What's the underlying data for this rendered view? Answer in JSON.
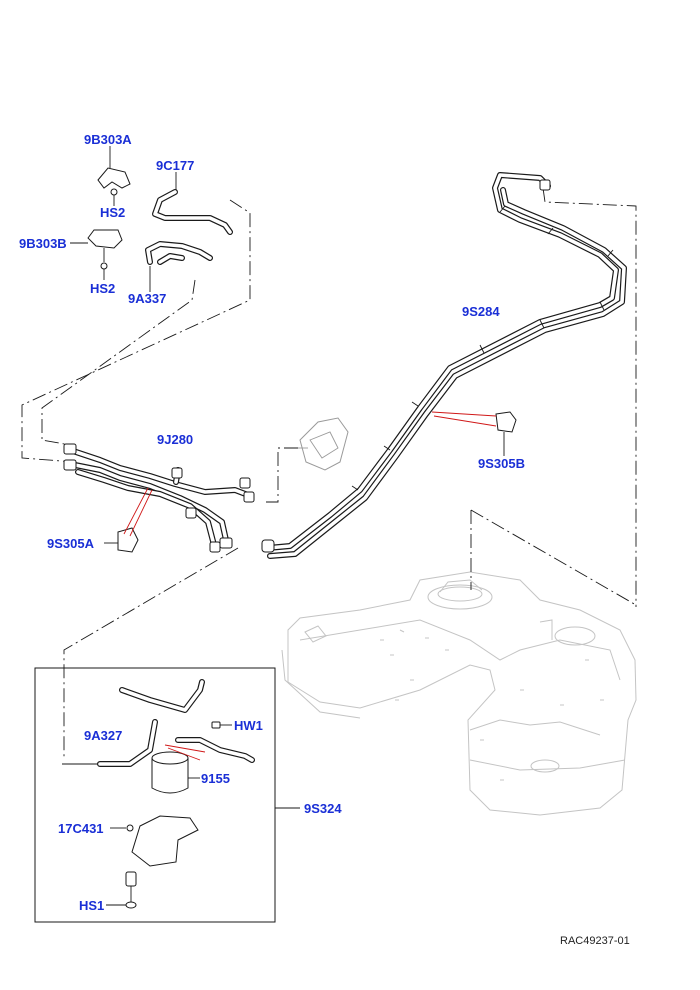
{
  "labels": {
    "p9B303A": "9B303A",
    "p9C177": "9C177",
    "hs2_top": "HS2",
    "p9B303B": "9B303B",
    "hs2_bottom": "HS2",
    "p9A337": "9A337",
    "p9S284": "9S284",
    "p9J280": "9J280",
    "p9S305B": "9S305B",
    "p9S305A": "9S305A",
    "p9A327": "9A327",
    "hw1": "HW1",
    "p9155": "9155",
    "p9S324": "9S324",
    "p17C431": "17C431",
    "hs1": "HS1"
  },
  "reference": "RAC49237-01"
}
